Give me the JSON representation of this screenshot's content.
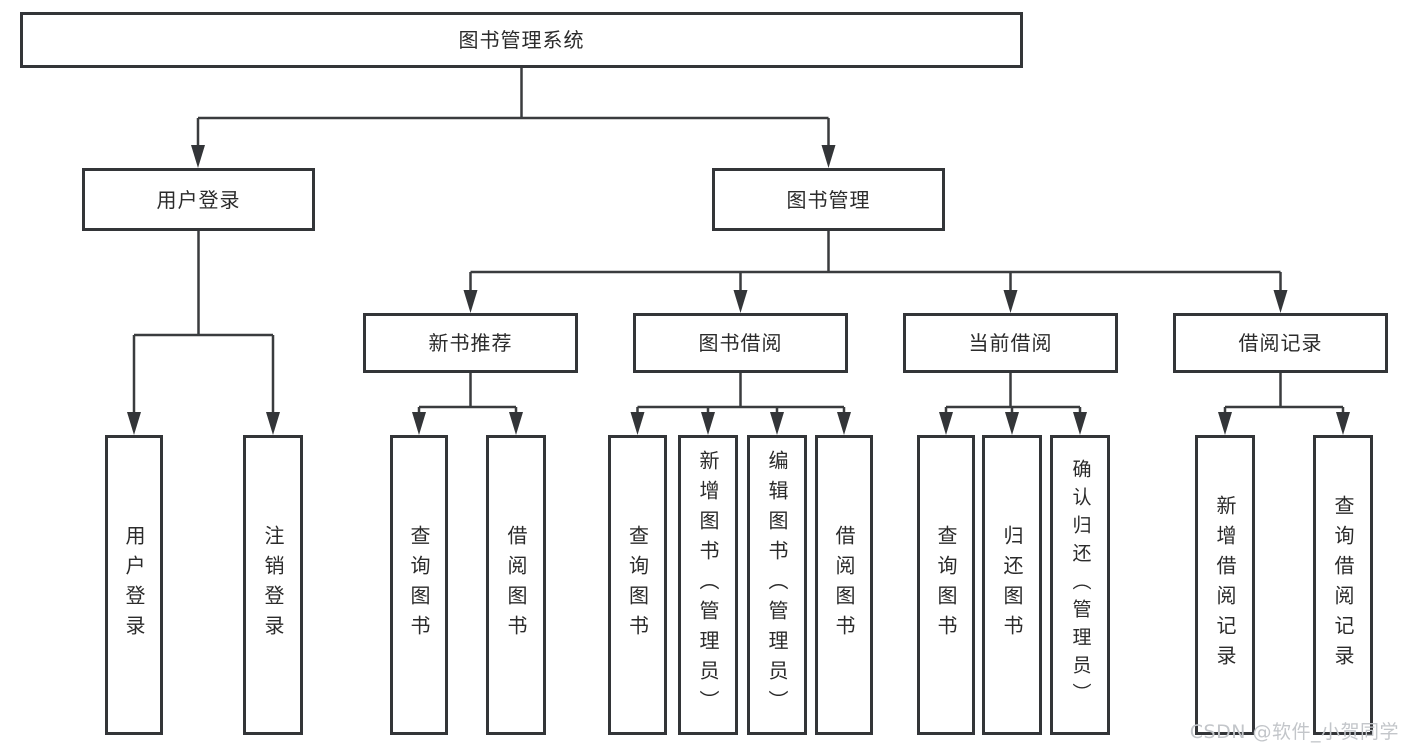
{
  "diagram": {
    "title": "图书管理系统",
    "type": "hierarchy-tree",
    "colors": {
      "box_border": "#333538",
      "box_fill": "#ffffff",
      "connector": "#3a3c3e",
      "text": "#2b2b2b",
      "watermark": "#c3c6ca"
    },
    "nodes": {
      "root": {
        "label": "图书管理系统"
      },
      "level2": [
        {
          "label": "用户登录"
        },
        {
          "label": "图书管理"
        }
      ],
      "level3": [
        {
          "label": "新书推荐",
          "parent": "图书管理"
        },
        {
          "label": "图书借阅",
          "parent": "图书管理"
        },
        {
          "label": "当前借阅",
          "parent": "图书管理"
        },
        {
          "label": "借阅记录",
          "parent": "图书管理"
        }
      ],
      "leaves": [
        {
          "label": "用户登录",
          "parent": "用户登录"
        },
        {
          "label": "注销登录",
          "parent": "用户登录"
        },
        {
          "label": "查询图书",
          "parent": "新书推荐"
        },
        {
          "label": "借阅图书",
          "parent": "新书推荐"
        },
        {
          "label": "查询图书",
          "parent": "图书借阅"
        },
        {
          "label": "新增图书（管理员）",
          "parent": "图书借阅"
        },
        {
          "label": "编辑图书（管理员）",
          "parent": "图书借阅"
        },
        {
          "label": "借阅图书",
          "parent": "图书借阅"
        },
        {
          "label": "查询图书",
          "parent": "当前借阅"
        },
        {
          "label": "归还图书",
          "parent": "当前借阅"
        },
        {
          "label": "确认归还（管理员）",
          "parent": "当前借阅"
        },
        {
          "label": "新增借阅记录",
          "parent": "借阅记录"
        },
        {
          "label": "查询借阅记录",
          "parent": "借阅记录"
        }
      ]
    },
    "watermark": "CSDN @软件_小贺同学"
  }
}
